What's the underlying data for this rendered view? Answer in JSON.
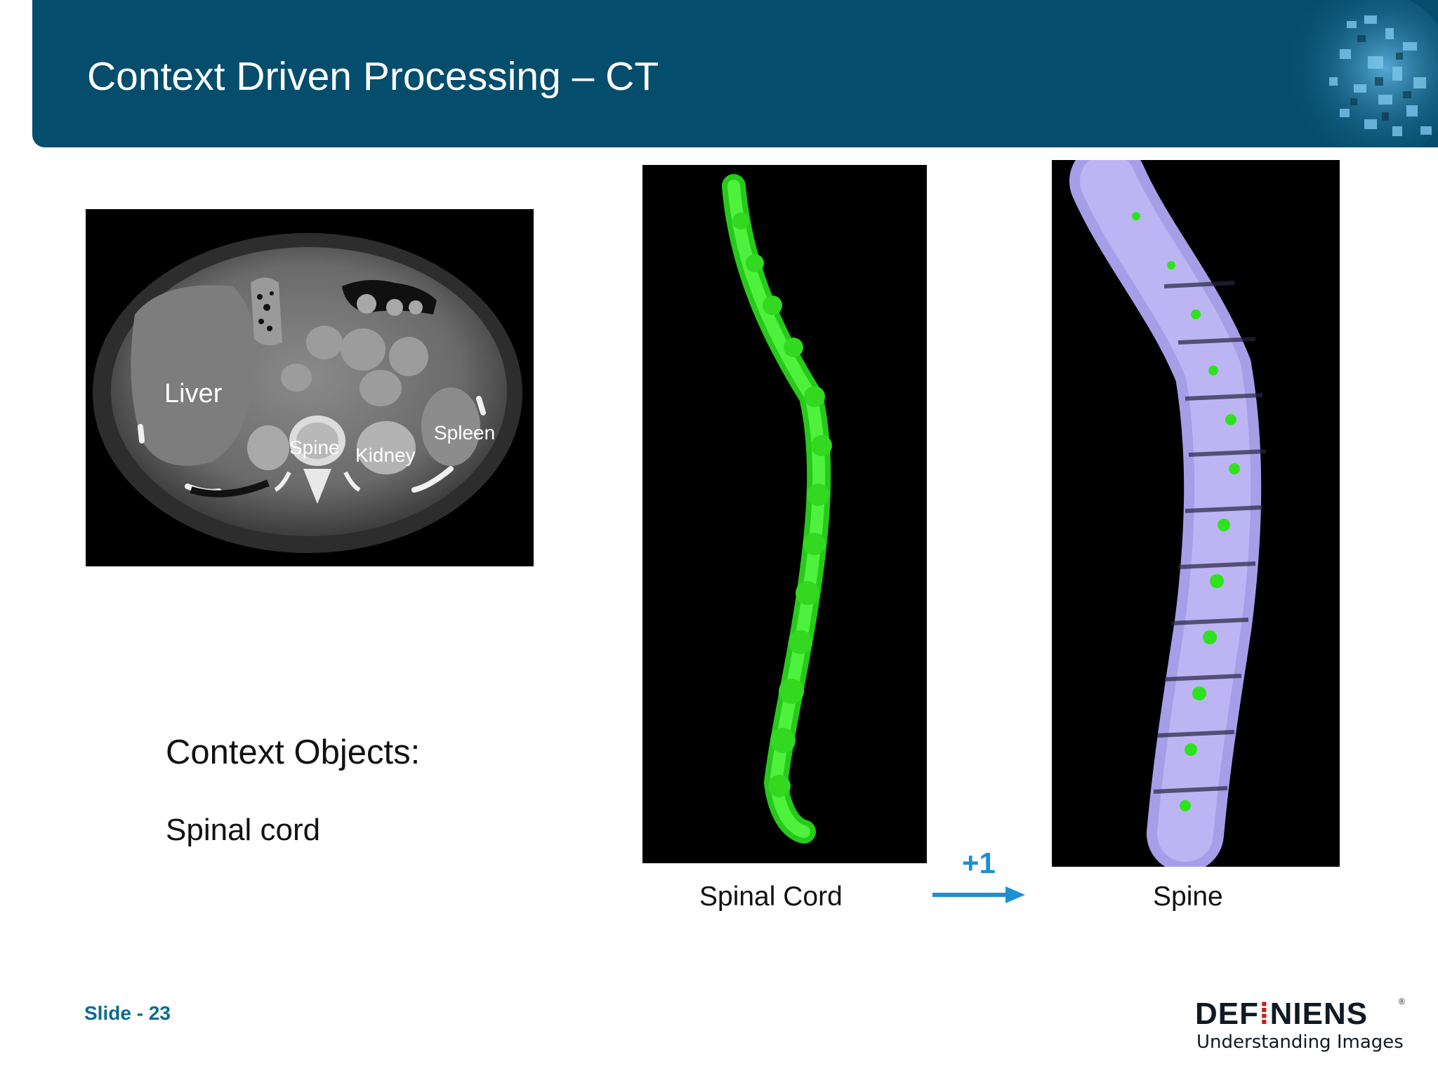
{
  "header": {
    "title": "Context Driven Processing – CT"
  },
  "ct_scan": {
    "labels": {
      "liver": "Liver",
      "spine": "Spine",
      "kidney": "Kidney",
      "spleen": "Spleen"
    }
  },
  "context": {
    "heading": "Context Objects:",
    "item": "Spinal cord"
  },
  "renders": {
    "spinal_cord_caption": "Spinal Cord",
    "spine_caption": "Spine",
    "step_label": "+1"
  },
  "footer": {
    "slide_number": "Slide - 23",
    "logo": {
      "word_prefix": "DEF",
      "word_mark": "⁞",
      "word_suffix": "NIENS",
      "registered": "®",
      "tagline": "Understanding Images"
    }
  },
  "colors": {
    "header_bg": "#044d6c",
    "accent_blue": "#1e8fd1",
    "cord_green": "#2ee31d",
    "spine_lavender": "#b7aef0",
    "logo_red": "#c0201f"
  }
}
